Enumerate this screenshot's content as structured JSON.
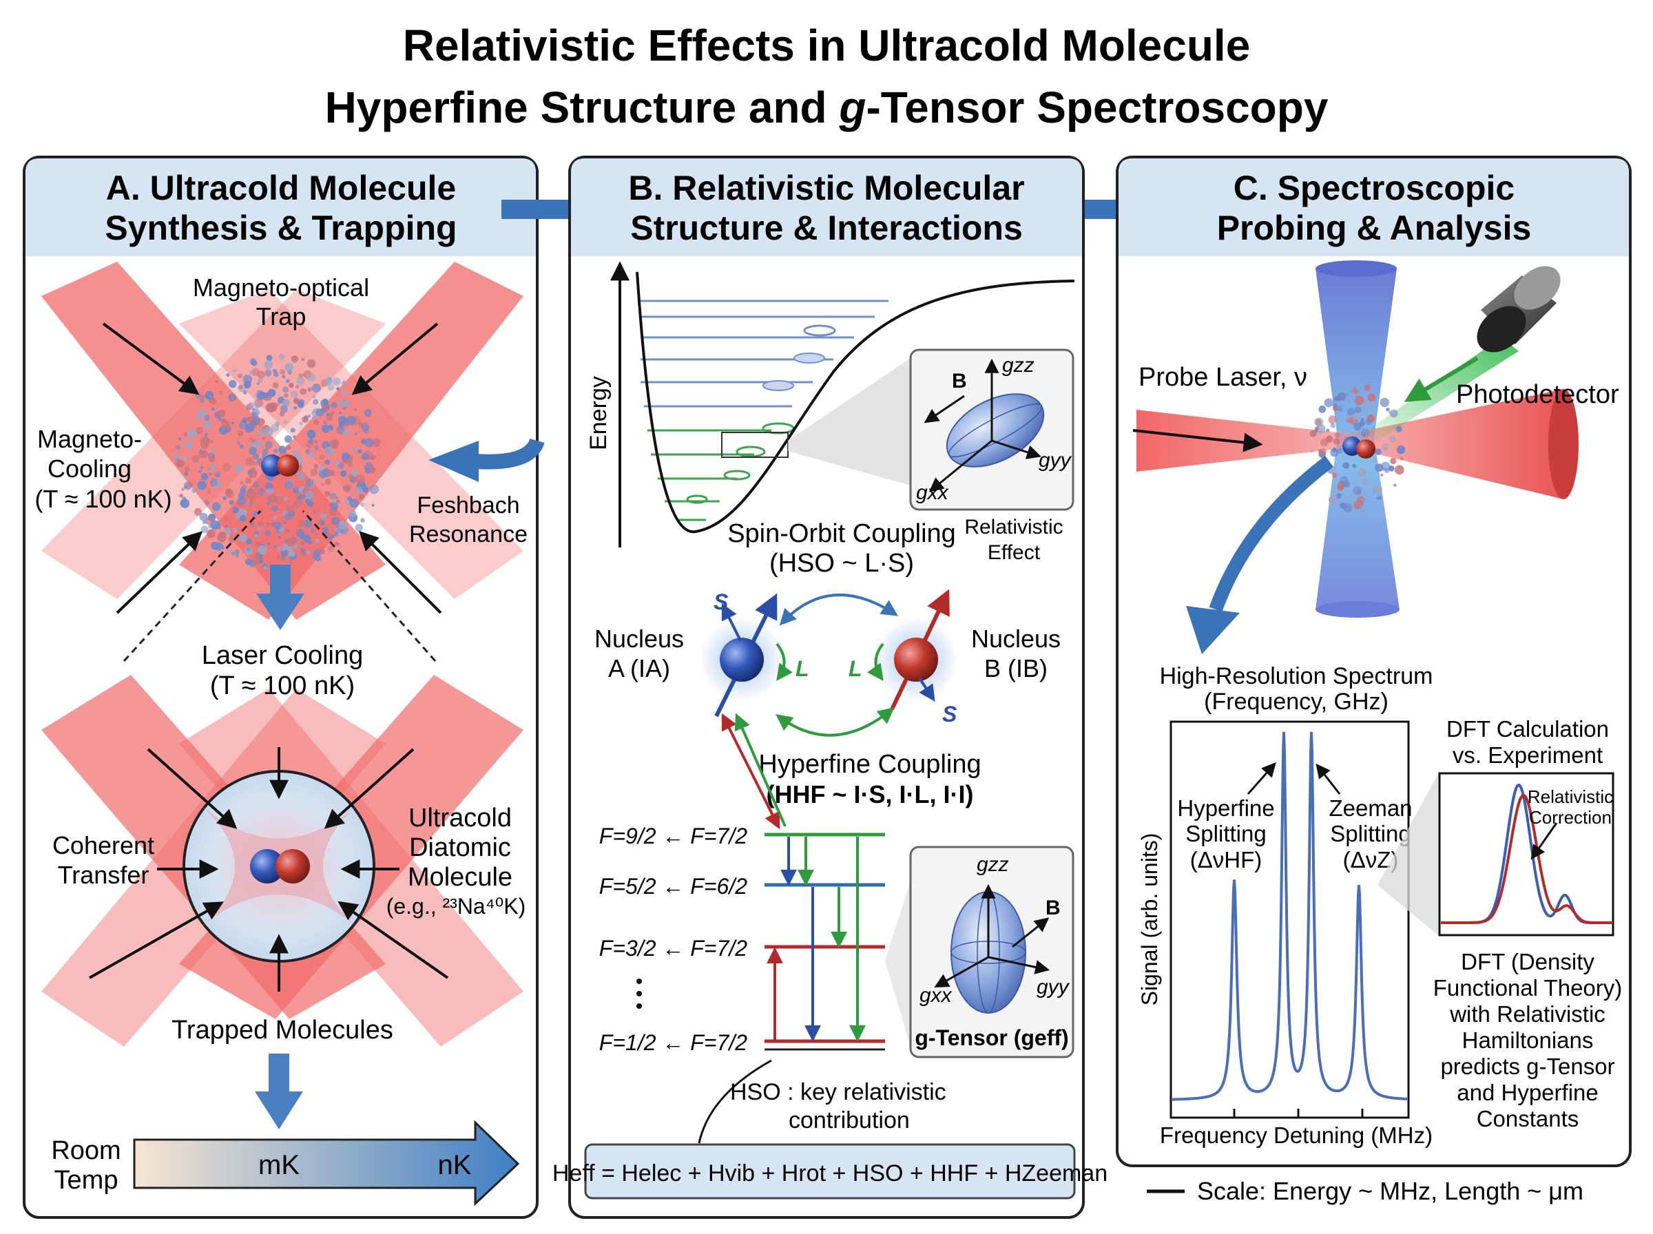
{
  "title": {
    "line1": "Relativistic Effects in Ultracold Molecule",
    "line2_pre": "Hyperfine Structure and ",
    "line2_g": "g",
    "line2_post": "-Tensor Spectroscopy"
  },
  "panelA": {
    "header1": "A. Ultracold Molecule",
    "header2": "Synthesis & Trapping",
    "mot1": "Magneto-optical",
    "mot2": "Trap",
    "mc1": "Magneto-",
    "mc2": "Cooling",
    "mc3": "(T ≈ 100 nK)",
    "fesh1": "Feshbach",
    "fesh2": "Resonance",
    "lc1": "Laser Cooling",
    "lc2": "(T ≈ 100 nK)",
    "ct1": "Coherent",
    "ct2": "Transfer",
    "ud1": "Ultracold",
    "ud2": "Diatomic",
    "ud3": "Molecule",
    "ud4": "(e.g., ²³Na⁴⁰K)",
    "trapped": "Trapped Molecules",
    "room1": "Room",
    "room2": "Temp",
    "mk": "mK",
    "nk": "nK"
  },
  "panelB": {
    "header1": "B. Relativistic Molecular",
    "header2": "Structure & Interactions",
    "energy": "Energy",
    "gzz": "gzz",
    "gyy": "gyy",
    "gxx": "gxx",
    "b": "B",
    "soc1": "Spin-Orbit Coupling",
    "soc2": "(HSO ~ L·S)",
    "rel1": "Relativistic",
    "rel2": "Effect",
    "nucA1": "Nucleus",
    "nucA2": "A (IA)",
    "nucB1": "Nucleus",
    "nucB2": "B (IB)",
    "s": "S",
    "l": "L",
    "hfc1": "Hyperfine Coupling",
    "hfc2": "(HHF ~ I·S, I·L, I·I)",
    "levels": [
      "F=9/2 ← F=7/2",
      "F=5/2 ← F=6/2",
      "F=3/2 ← F=7/2",
      "F=1/2 ← F=7/2"
    ],
    "gtensor": "g-Tensor (geff)",
    "hso1": "HSO : key relativistic",
    "hso2": "contribution",
    "heff": "Heff = Helec + Hvib + Hrot + HSO + HHF + HZeeman"
  },
  "panelC": {
    "header1": "C. Spectroscopic",
    "header2": "Probing & Analysis",
    "probe": "Probe Laser, ν",
    "photodet": "Photodetector",
    "hrs1": "High-Resolution Spectrum",
    "hrs2": "(Frequency, GHz)",
    "hfs1": "Hyperfine",
    "hfs2": "Splitting",
    "hfs3": "(ΔνHF)",
    "zs1": "Zeeman",
    "zs2": "Splitting",
    "zs3": "(ΔνZ)",
    "ylabel": "Signal (arb. units)",
    "xlabel": "Frequency Detuning (MHz)",
    "dft1": "DFT Calculation",
    "dft2": "vs. Experiment",
    "rc1": "Relativistic",
    "rc2": "Correction",
    "dftd1": "DFT (Density",
    "dftd2": "Functional Theory)",
    "dftd3": "with Relativistic",
    "dftd4": "Hamiltonians",
    "dftd5": "predicts g-Tensor",
    "dftd6": "and Hyperfine",
    "dftd7": "Constants",
    "scale": "Scale: Energy ~ MHz, Length ~ μm"
  },
  "colors": {
    "header_bg": "#d6e5f3",
    "laser_red": "#ee4b4b",
    "arrow_blue": "#3b73b9",
    "green": "#2e9b3c",
    "dark_red": "#b22a2a",
    "blue_line": "#2c4fa6",
    "spectrum": "#4a6db5"
  }
}
